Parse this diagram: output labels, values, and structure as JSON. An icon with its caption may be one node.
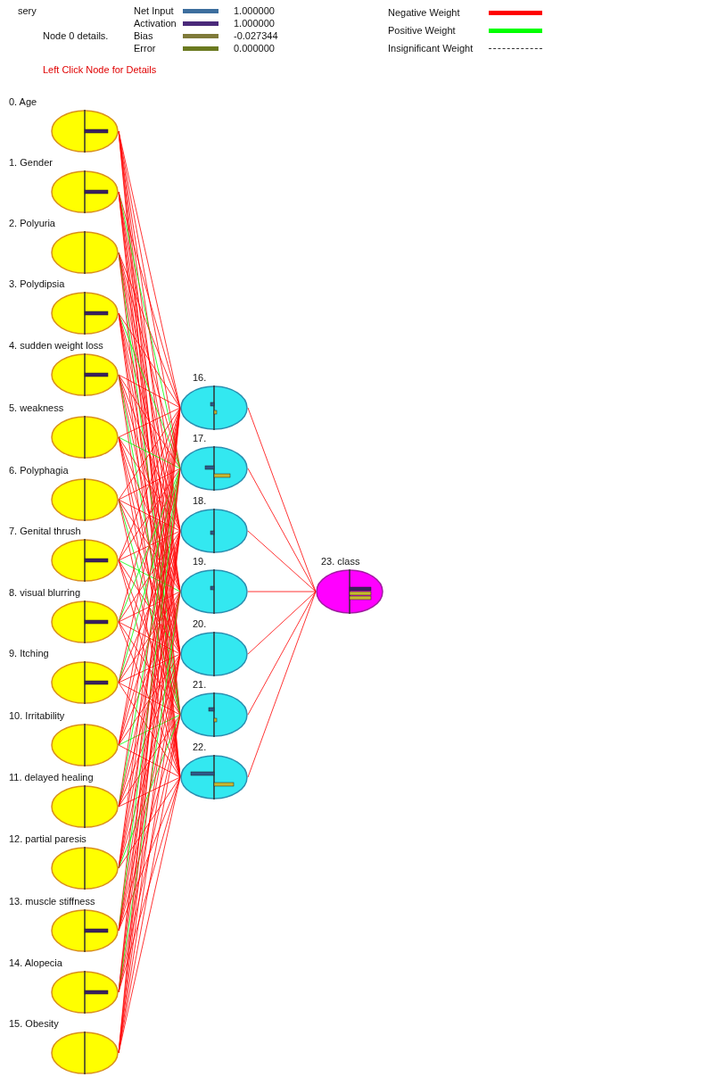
{
  "diagram": {
    "nodes": [
      {
        "text": [
          "0. Age"
        ]
      },
      {
        "text": [
          "1. Gender"
        ]
      },
      {
        "text": [
          "2. Polyuria"
        ]
      },
      {
        "text": [
          "3. Polydipsia"
        ]
      },
      {
        "text": [
          "4. sudden weight loss"
        ]
      },
      {
        "text": [
          "5. weakness"
        ]
      },
      {
        "text": [
          "6. Polyphagia"
        ]
      },
      {
        "text": [
          "7. Genital thrush"
        ]
      },
      {
        "text": [
          "8. visual blurring"
        ]
      },
      {
        "text": [
          "9. Itching"
        ]
      },
      {
        "text": [
          "10. Irritability"
        ]
      },
      {
        "text": [
          "11. delayed healing"
        ]
      },
      {
        "text": [
          "12. partial paresis"
        ]
      },
      {
        "text": [
          "13. muscle stiffness"
        ]
      },
      {
        "text": [
          "14. Alopecia"
        ]
      },
      {
        "text": [
          "15. Obesity"
        ]
      },
      {
        "text": [
          "16."
        ]
      },
      {
        "text": [
          "17."
        ]
      },
      {
        "text": [
          "18."
        ]
      },
      {
        "text": [
          "19."
        ]
      },
      {
        "text": [
          "20."
        ]
      },
      {
        "text": [
          "21."
        ]
      },
      {
        "text": [
          "22."
        ]
      },
      {
        "text": [
          "23. class"
        ]
      }
    ],
    "edges": [
      {
        "from": 0,
        "to": 16,
        "arrow": "none"
      },
      {
        "from": 0,
        "to": 17,
        "arrow": "none"
      },
      {
        "from": 0,
        "to": 18,
        "arrow": "none"
      },
      {
        "from": 0,
        "to": 19,
        "arrow": "none"
      },
      {
        "from": 0,
        "to": 20,
        "arrow": "none"
      },
      {
        "from": 0,
        "to": 21,
        "arrow": "none"
      },
      {
        "from": 0,
        "to": 22,
        "arrow": "none"
      },
      {
        "from": 1,
        "to": 16,
        "arrow": "none"
      },
      {
        "from": 1,
        "to": 17,
        "arrow": "none",
        "color": "#00ff00"
      },
      {
        "from": 1,
        "to": 18,
        "arrow": "none"
      },
      {
        "from": 1,
        "to": 19,
        "arrow": "none"
      },
      {
        "from": 1,
        "to": 20,
        "arrow": "none"
      },
      {
        "from": 1,
        "to": 21,
        "arrow": "none"
      },
      {
        "from": 1,
        "to": 22,
        "arrow": "none"
      },
      {
        "from": 2,
        "to": 16,
        "arrow": "none"
      },
      {
        "from": 2,
        "to": 17,
        "arrow": "none"
      },
      {
        "from": 2,
        "to": 18,
        "arrow": "none"
      },
      {
        "from": 2,
        "to": 19,
        "arrow": "none"
      },
      {
        "from": 2,
        "to": 20,
        "arrow": "none"
      },
      {
        "from": 2,
        "to": 21,
        "arrow": "none",
        "color": "#00ff00"
      },
      {
        "from": 2,
        "to": 22,
        "arrow": "none"
      },
      {
        "from": 3,
        "to": 16,
        "arrow": "none"
      },
      {
        "from": 3,
        "to": 17,
        "arrow": "none",
        "color": "#00ff00"
      },
      {
        "from": 3,
        "to": 18,
        "arrow": "none"
      },
      {
        "from": 3,
        "to": 19,
        "arrow": "none"
      },
      {
        "from": 3,
        "to": 20,
        "arrow": "none"
      },
      {
        "from": 3,
        "to": 21,
        "arrow": "none"
      },
      {
        "from": 3,
        "to": 22,
        "arrow": "none"
      },
      {
        "from": 4,
        "to": 16,
        "arrow": "none"
      },
      {
        "from": 4,
        "to": 17,
        "arrow": "none"
      },
      {
        "from": 4,
        "to": 18,
        "arrow": "none"
      },
      {
        "from": 4,
        "to": 19,
        "arrow": "none"
      },
      {
        "from": 4,
        "to": 20,
        "arrow": "none"
      },
      {
        "from": 4,
        "to": 21,
        "arrow": "none",
        "color": "#00ff00"
      },
      {
        "from": 4,
        "to": 22,
        "arrow": "none"
      },
      {
        "from": 5,
        "to": 16,
        "arrow": "none"
      },
      {
        "from": 5,
        "to": 17,
        "arrow": "none",
        "color": "#00ff00"
      },
      {
        "from": 5,
        "to": 18,
        "arrow": "none"
      },
      {
        "from": 5,
        "to": 19,
        "arrow": "none"
      },
      {
        "from": 5,
        "to": 20,
        "arrow": "none"
      },
      {
        "from": 5,
        "to": 21,
        "arrow": "none"
      },
      {
        "from": 5,
        "to": 22,
        "arrow": "none"
      },
      {
        "from": 6,
        "to": 16,
        "arrow": "none"
      },
      {
        "from": 6,
        "to": 17,
        "arrow": "none"
      },
      {
        "from": 6,
        "to": 18,
        "arrow": "none"
      },
      {
        "from": 6,
        "to": 19,
        "arrow": "none"
      },
      {
        "from": 6,
        "to": 20,
        "arrow": "none"
      },
      {
        "from": 6,
        "to": 21,
        "arrow": "none",
        "color": "#00ff00"
      },
      {
        "from": 6,
        "to": 22,
        "arrow": "none"
      },
      {
        "from": 7,
        "to": 16,
        "arrow": "none"
      },
      {
        "from": 7,
        "to": 17,
        "arrow": "none"
      },
      {
        "from": 7,
        "to": 18,
        "arrow": "none"
      },
      {
        "from": 7,
        "to": 19,
        "arrow": "none",
        "color": "#00ff00"
      },
      {
        "from": 7,
        "to": 20,
        "arrow": "none"
      },
      {
        "from": 7,
        "to": 21,
        "arrow": "none"
      },
      {
        "from": 7,
        "to": 22,
        "arrow": "none"
      },
      {
        "from": 8,
        "to": 16,
        "arrow": "none"
      },
      {
        "from": 8,
        "to": 17,
        "arrow": "none",
        "color": "#00ff00"
      },
      {
        "from": 8,
        "to": 18,
        "arrow": "none"
      },
      {
        "from": 8,
        "to": 19,
        "arrow": "none"
      },
      {
        "from": 8,
        "to": 20,
        "arrow": "none"
      },
      {
        "from": 8,
        "to": 21,
        "arrow": "none"
      },
      {
        "from": 8,
        "to": 22,
        "arrow": "none"
      },
      {
        "from": 9,
        "to": 16,
        "arrow": "none"
      },
      {
        "from": 9,
        "to": 17,
        "arrow": "none",
        "color": "#00ff00"
      },
      {
        "from": 9,
        "to": 18,
        "arrow": "none"
      },
      {
        "from": 9,
        "to": 19,
        "arrow": "none"
      },
      {
        "from": 9,
        "to": 20,
        "arrow": "none"
      },
      {
        "from": 9,
        "to": 21,
        "arrow": "none"
      },
      {
        "from": 9,
        "to": 22,
        "arrow": "none"
      },
      {
        "from": 10,
        "to": 16,
        "arrow": "none"
      },
      {
        "from": 10,
        "to": 17,
        "arrow": "none"
      },
      {
        "from": 10,
        "to": 18,
        "arrow": "none"
      },
      {
        "from": 10,
        "to": 19,
        "arrow": "none"
      },
      {
        "from": 10,
        "to": 20,
        "arrow": "none"
      },
      {
        "from": 10,
        "to": 21,
        "arrow": "none",
        "color": "#00ff00"
      },
      {
        "from": 10,
        "to": 22,
        "arrow": "none"
      },
      {
        "from": 11,
        "to": 16,
        "arrow": "none"
      },
      {
        "from": 11,
        "to": 17,
        "arrow": "none",
        "color": "#00ff00"
      },
      {
        "from": 11,
        "to": 18,
        "arrow": "none"
      },
      {
        "from": 11,
        "to": 19,
        "arrow": "none"
      },
      {
        "from": 11,
        "to": 20,
        "arrow": "none"
      },
      {
        "from": 11,
        "to": 21,
        "arrow": "none"
      },
      {
        "from": 11,
        "to": 22,
        "arrow": "none"
      },
      {
        "from": 12,
        "to": 16,
        "arrow": "none"
      },
      {
        "from": 12,
        "to": 17,
        "arrow": "none"
      },
      {
        "from": 12,
        "to": 18,
        "arrow": "none"
      },
      {
        "from": 12,
        "to": 19,
        "arrow": "none"
      },
      {
        "from": 12,
        "to": 20,
        "arrow": "none"
      },
      {
        "from": 12,
        "to": 21,
        "arrow": "none",
        "color": "#00ff00"
      },
      {
        "from": 12,
        "to": 22,
        "arrow": "none"
      },
      {
        "from": 13,
        "to": 16,
        "arrow": "none"
      },
      {
        "from": 13,
        "to": 17,
        "arrow": "none",
        "color": "#00ff00"
      },
      {
        "from": 13,
        "to": 18,
        "arrow": "none"
      },
      {
        "from": 13,
        "to": 19,
        "arrow": "none"
      },
      {
        "from": 13,
        "to": 20,
        "arrow": "none"
      },
      {
        "from": 13,
        "to": 21,
        "arrow": "none"
      },
      {
        "from": 13,
        "to": 22,
        "arrow": "none"
      },
      {
        "from": 14,
        "to": 16,
        "arrow": "none"
      },
      {
        "from": 14,
        "to": 17,
        "arrow": "none"
      },
      {
        "from": 14,
        "to": 18,
        "arrow": "none"
      },
      {
        "from": 14,
        "to": 19,
        "arrow": "none",
        "color": "#00ff00"
      },
      {
        "from": 14,
        "to": 20,
        "arrow": "none"
      },
      {
        "from": 14,
        "to": 21,
        "arrow": "none"
      },
      {
        "from": 14,
        "to": 22,
        "arrow": "none"
      },
      {
        "from": 15,
        "to": 16,
        "arrow": "none"
      },
      {
        "from": 15,
        "to": 17,
        "arrow": "none"
      },
      {
        "from": 15,
        "to": 18,
        "arrow": "none"
      },
      {
        "from": 15,
        "to": 19,
        "arrow": "none"
      },
      {
        "from": 15,
        "to": 20,
        "arrow": "none"
      },
      {
        "from": 15,
        "to": 21,
        "arrow": "none"
      },
      {
        "from": 15,
        "to": 22,
        "arrow": "none"
      },
      {
        "from": 16,
        "to": 23,
        "arrow": "none"
      },
      {
        "from": 17,
        "to": 23,
        "arrow": "none"
      },
      {
        "from": 18,
        "to": 23,
        "arrow": "none"
      },
      {
        "from": 19,
        "to": 23,
        "arrow": "none"
      },
      {
        "from": 20,
        "to": 23,
        "arrow": "none"
      },
      {
        "from": 21,
        "to": 23,
        "arrow": "none"
      },
      {
        "from": 22,
        "to": 23,
        "arrow": "none"
      }
    ],
    "labels": [
      "sery",
      "Node 0 details.",
      "1.000000",
      "1.000000",
      "-0.027344",
      "0.000000",
      "Left Click Node for Details"
    ],
    "legend": [
      {
        "text": "Net Input",
        "color": "#3d6e9e"
      },
      {
        "text": "Activation",
        "color": "#4b2a7a"
      },
      {
        "text": "Bias",
        "color": "#7f7a3a"
      },
      {
        "text": "Error",
        "color": "#6b7a20"
      },
      {
        "text": "Negative Weight",
        "color": "#ff0000"
      },
      {
        "text": "Positive Weight",
        "color": "#00ff00"
      },
      {
        "text": "Insignificant Weight"
      }
    ]
  }
}
